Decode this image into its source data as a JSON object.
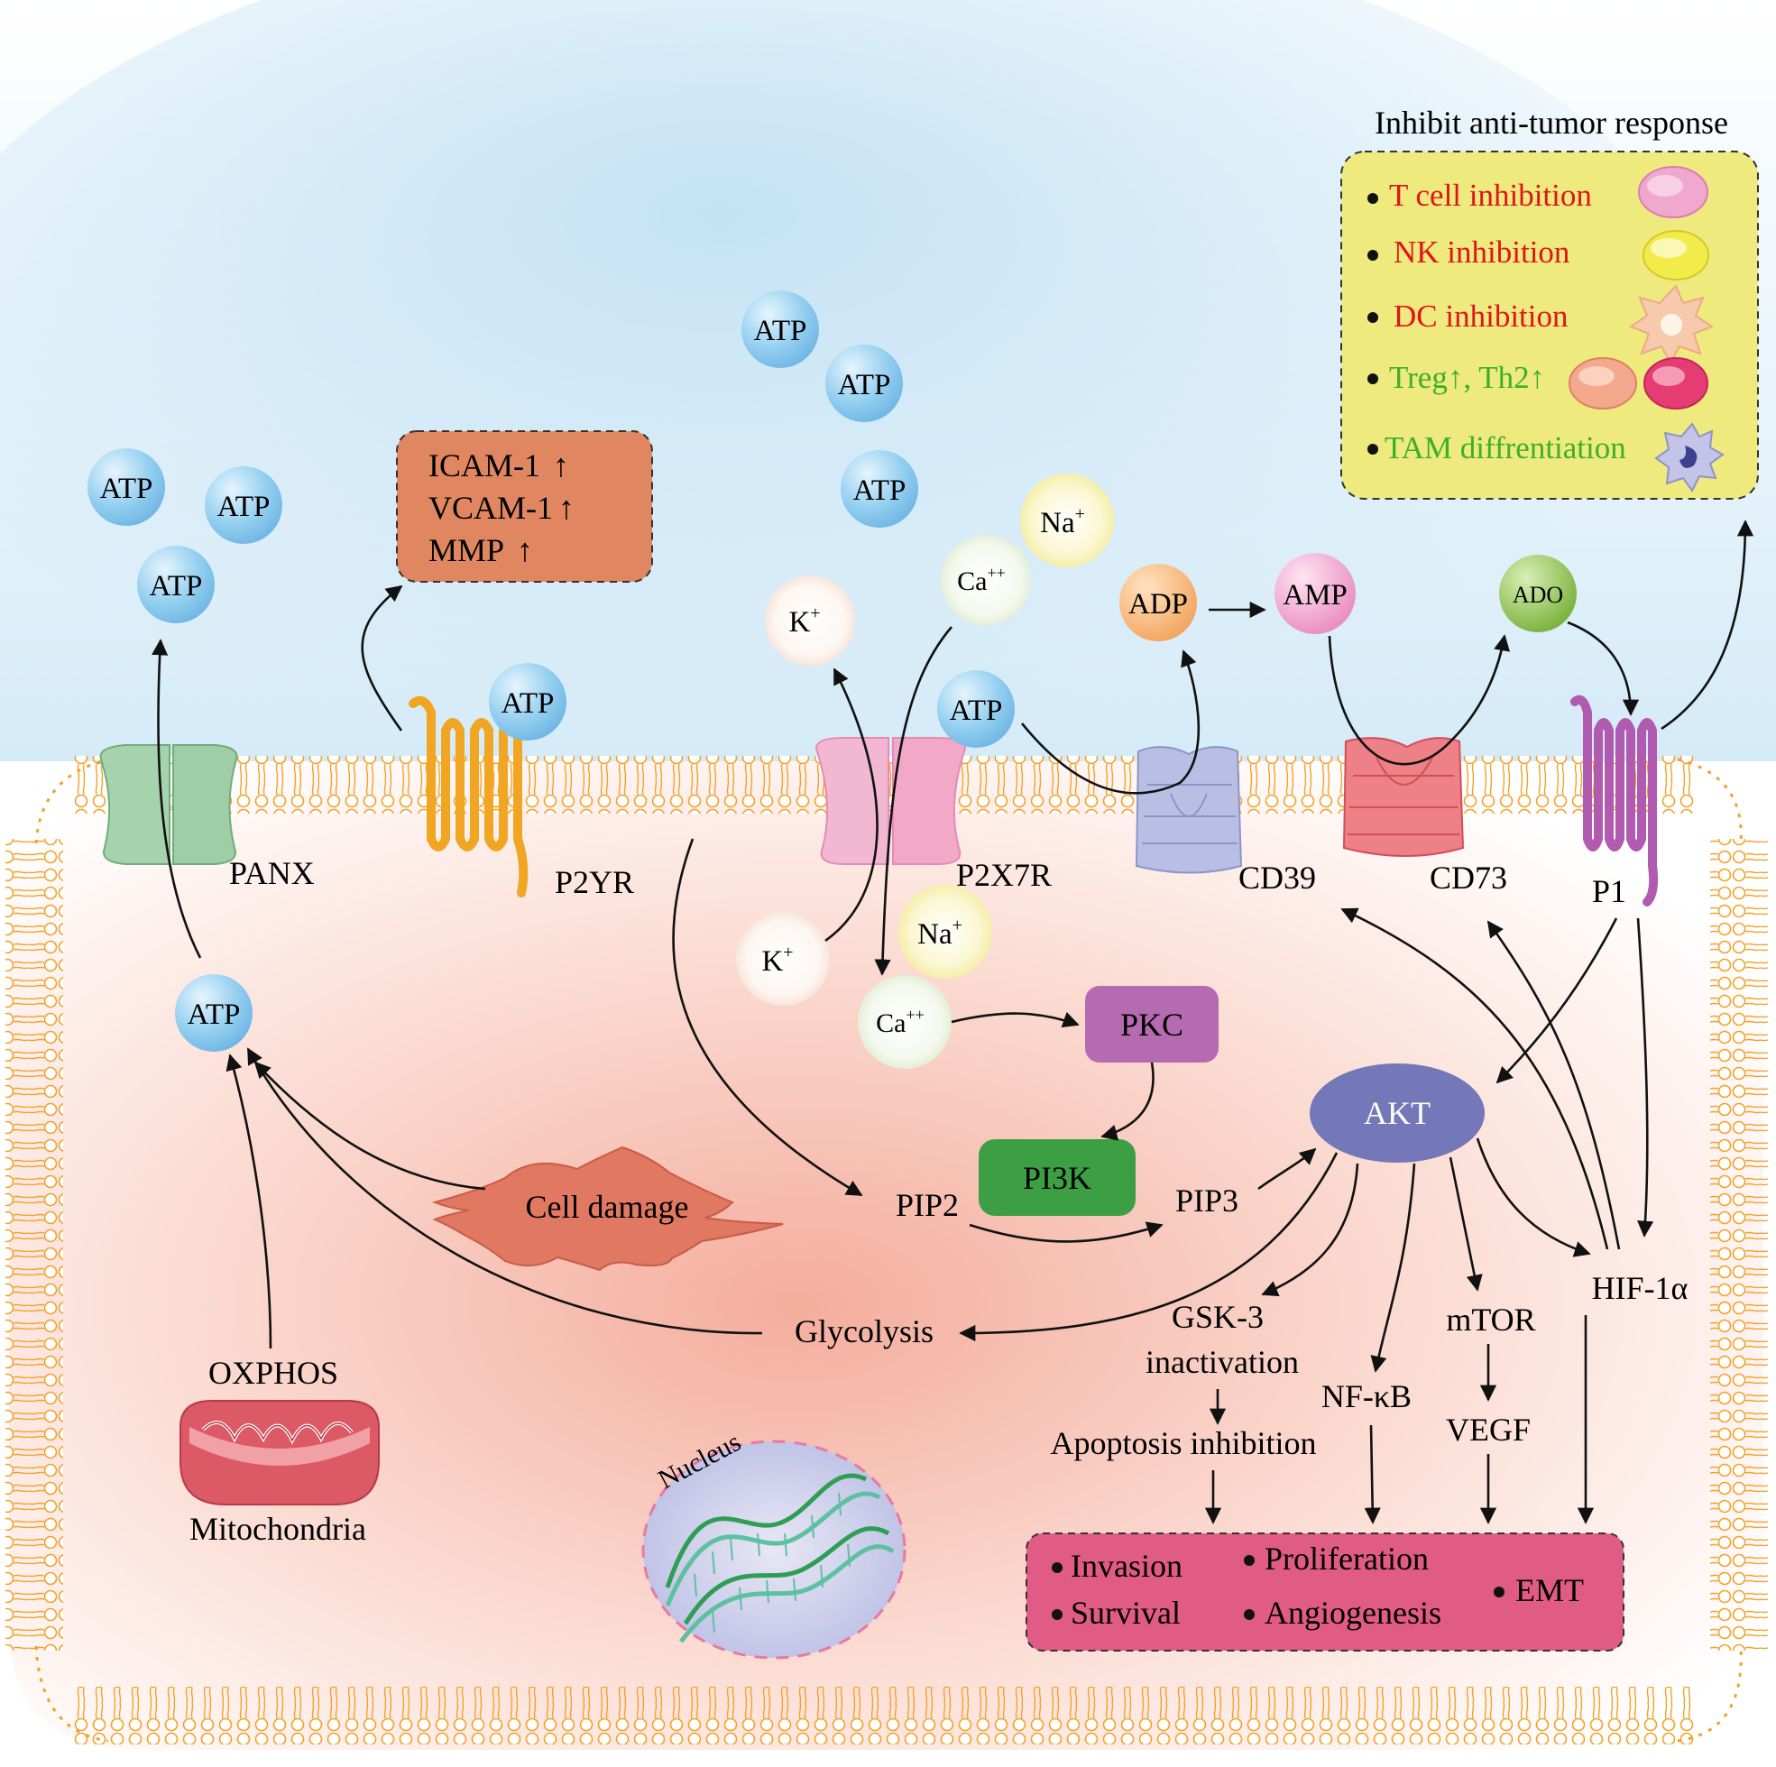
{
  "colors": {
    "sky": "#cfe7f5",
    "cytoplasm": "#f3b3a6",
    "membrane": "#f2a12a",
    "atp": "#8ccbef",
    "red_text": "#e0141b",
    "green_text": "#3fae2a",
    "box_orange": "#e08660",
    "box_yellow": "#eeea7d",
    "box_pink": "#e05b86",
    "pkc": "#b56bb0",
    "pi3k": "#3d9f43",
    "akt": "#7478b8"
  },
  "extracellular": {
    "atp_labels": [
      "ATP",
      "ATP",
      "ATP",
      "ATP",
      "ATP",
      "ATP",
      "ATP",
      "ATP"
    ],
    "k": "K",
    "na": "Na",
    "ca": "Ca",
    "plus": "+",
    "plusplus": "++",
    "adp": "ADP",
    "amp": "AMP",
    "ado": "ADO"
  },
  "adhesion_box": {
    "items": [
      {
        "label": "ICAM-1",
        "arrow": "↑"
      },
      {
        "label": "VCAM-1",
        "arrow": "↑"
      },
      {
        "label": "MMP",
        "arrow": "↑"
      }
    ]
  },
  "immune_box": {
    "title": "Inhibit anti-tumor response",
    "items": [
      {
        "label": "T cell inhibition",
        "cell_icon": "t-cell-icon"
      },
      {
        "label": "NK inhibition",
        "cell_icon": "nk-cell-icon"
      },
      {
        "label": "DC inhibition",
        "cell_icon": "dendritic-cell-icon"
      },
      {
        "label_a": "Treg",
        "label_b": ", Th2",
        "arrow": "↑",
        "cell_icon": "treg-th2-cells-icon"
      },
      {
        "label": "TAM diffrentiation",
        "cell_icon": "macrophage-icon"
      }
    ]
  },
  "receptors": {
    "panx": "PANX",
    "p2yr": "P2YR",
    "p2x7r": "P2X7R",
    "cd39": "CD39",
    "cd73": "CD73",
    "p1": "P1"
  },
  "intracellular": {
    "atp": "ATP",
    "k": "K",
    "na": "Na",
    "ca": "Ca",
    "plus": "+",
    "plusplus": "++",
    "pkc": "PKC",
    "pi3k": "PI3K",
    "pip2": "PIP2",
    "pip3": "PIP3",
    "akt": "AKT",
    "cell_damage": "Cell damage",
    "glycolysis": "Glycolysis",
    "oxphos": "OXPHOS",
    "mitochondria": "Mitochondria",
    "gsk3_line1": "GSK-3",
    "gsk3_line2": "inactivation",
    "apoptosis": "Apoptosis inhibition",
    "nfkb": "NF-κB",
    "mtor": "mTOR",
    "vegf": "VEGF",
    "hif": "HIF-1α",
    "nucleus": "Nucleus"
  },
  "outcome_box": {
    "invasion": "Invasion",
    "survival": "Survival",
    "proliferation": "Proliferation",
    "angiogenesis": "Angiogenesis",
    "emt": "EMT"
  }
}
